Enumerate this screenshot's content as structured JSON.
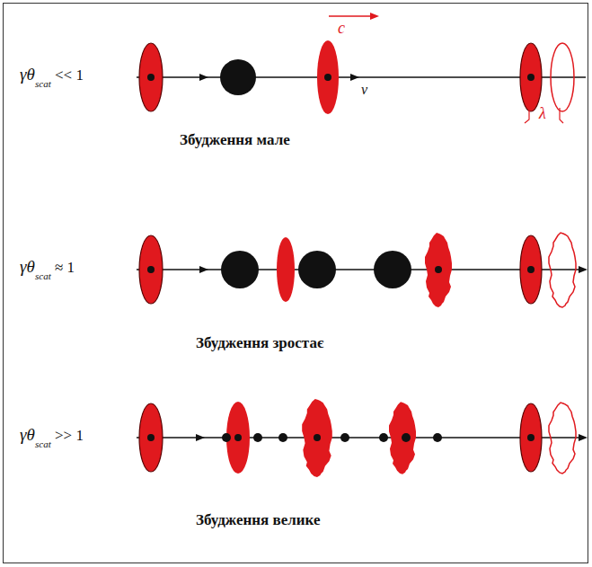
{
  "diagram": {
    "labels": [
      "γθ",
      "scat",
      "<< 1",
      "c",
      "v",
      "λ",
      "Збудження мале",
      "γθ",
      "scat",
      "≈ 1",
      "Збудження зростає",
      "γθ",
      "scat",
      ">> 1",
      "Збудження велике"
    ]
  }
}
